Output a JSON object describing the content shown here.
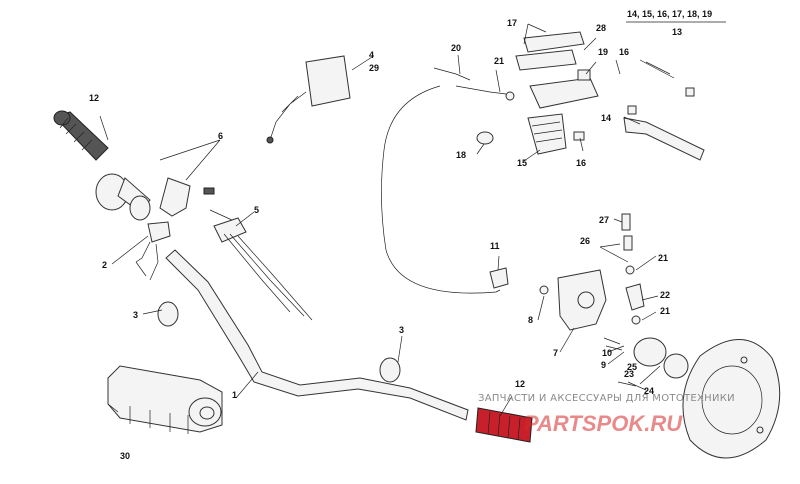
{
  "labels": [
    "1",
    "2",
    "3",
    "3",
    "4",
    "29",
    "5",
    "6",
    "7",
    "8",
    "9",
    "10",
    "11",
    "12",
    "12",
    "13",
    "14, 15, 16, 17, 18, 19",
    "14",
    "15",
    "16",
    "16",
    "17",
    "18",
    "19",
    "20",
    "21",
    "21",
    "21",
    "22",
    "23",
    "24",
    "25",
    "26",
    "27",
    "28",
    "30"
  ],
  "watermark": {
    "caption": "ЗАПЧАСТИ И АКСЕССУАРЫ ДЛЯ МОТОТЕХНИКИ",
    "logo": "PARTSPOK.RU"
  },
  "colors": {
    "line": "#222222",
    "grip_red": "#c8202a",
    "logo_red": "#d62a2a"
  }
}
